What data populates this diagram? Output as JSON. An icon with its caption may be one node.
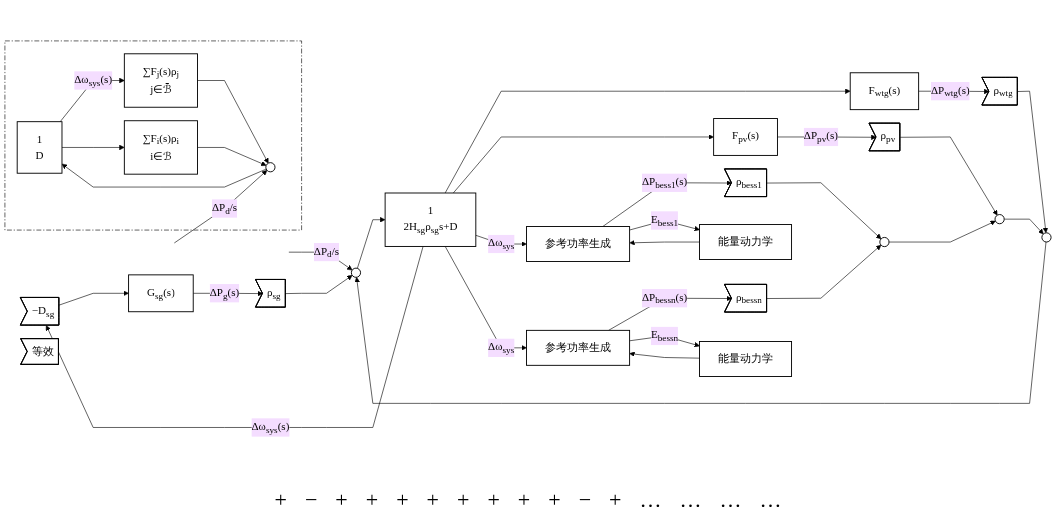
{
  "diagram": {
    "nodes": [
      {
        "text": [
          "−D$_{sg}$"
        ]
      },
      {
        "text": [
          "G$_{sg}$(s)"
        ]
      },
      {
        "text": [
          "F$_{wtg}$(s)"
        ]
      },
      {
        "text": [
          "F$_{pv}$(s)"
        ]
      },
      {
        "text": [
          "能量动力学"
        ]
      },
      {
        "text": [
          "参考功率生成"
        ]
      },
      {
        "text": [
          "能量动力学"
        ]
      },
      {
        "text": [
          "参考功率生成"
        ]
      },
      {
        "text": [
          "ρ$_{sg}$"
        ]
      },
      {
        "text": [
          "ρ$_{wtg}$"
        ]
      },
      {
        "text": [
          "ρ$_{pv}$"
        ]
      },
      {
        "text": [
          "ρ$_{bess1}$"
        ]
      },
      {
        "text": [
          "ρ$_{bessn}$"
        ]
      },
      {
        "text": [],
        "shape": "circle"
      },
      {
        "text": [],
        "shape": "circle"
      },
      {
        "text": [],
        "shape": "circle"
      },
      {
        "text": [],
        "shape": "circle"
      },
      {
        "text": [
          "1",
          "2H$_{sg}$ρ$_{sg}$s+D"
        ]
      },
      {
        "text": [
          "等效"
        ]
      },
      {
        "text": [],
        "shape": "box"
      },
      {
        "text": [
          "1",
          "D"
        ],
        "in": 19
      },
      {
        "text": [
          "∑F$_{j}$(s)ρ$_{j}$",
          "j∈ℬ̄"
        ],
        "in": 19
      },
      {
        "text": [
          "∑F$_{i}$(s)ρ$_{i}$",
          "i∈ℬ"
        ],
        "in": 19
      },
      {
        "text": [],
        "shape": "circle",
        "in": 19
      }
    ],
    "edges": [
      {
        "from": 17,
        "to": 0,
        "arrow": "to",
        "label": "Δω$_{sys}$(s)"
      },
      {
        "from": 17,
        "to": 2,
        "arrow": "to"
      },
      {
        "from": 17,
        "to": 3,
        "arrow": "to"
      },
      {
        "from": 17,
        "to": 5,
        "arrow": "to",
        "label": "Δω$_{sys}$"
      },
      {
        "from": 17,
        "to": 7,
        "arrow": "to",
        "label": "Δω$_{sys}$"
      },
      {
        "from": 0,
        "to": 1,
        "arrow": "to"
      },
      {
        "from": 1,
        "to": 8,
        "arrow": "to",
        "label": "ΔP$_{g}$(s)"
      },
      {
        "from": 2,
        "to": 9,
        "arrow": "to",
        "label": "ΔP$_{wtg}$(s)"
      },
      {
        "from": 3,
        "to": 10,
        "arrow": "to",
        "label": "ΔP$_{pv}$(s)"
      },
      {
        "from": 4,
        "to": 5,
        "arrow": "to"
      },
      {
        "from": 5,
        "to": 11,
        "arrow": "to",
        "label": "ΔP$_{bess1}$(s)"
      },
      {
        "from": 5,
        "to": 4,
        "arrow": "to",
        "label": "E$_{bess1}$"
      },
      {
        "from": 6,
        "to": 7,
        "arrow": "to"
      },
      {
        "from": 7,
        "to": 12,
        "arrow": "to",
        "label": "ΔP$_{bessn}$(s)"
      },
      {
        "from": 7,
        "to": 6,
        "arrow": "to",
        "label": "E$_{bessn}$"
      },
      {
        "from": 8,
        "to": 13,
        "arrow": "to"
      },
      {
        "from": null,
        "to": 13,
        "arrow": "to",
        "label": "ΔP$_{d}$/s"
      },
      {
        "from": 14,
        "to": 13,
        "arrow": "to"
      },
      {
        "from": 13,
        "to": 17,
        "arrow": "to"
      },
      {
        "from": 9,
        "to": 14,
        "arrow": "to"
      },
      {
        "from": 15,
        "to": 14,
        "arrow": "to"
      },
      {
        "from": 10,
        "to": 15,
        "arrow": "to"
      },
      {
        "from": 16,
        "to": 15,
        "arrow": "to"
      },
      {
        "from": 11,
        "to": 16,
        "arrow": "to"
      },
      {
        "from": 12,
        "to": 16,
        "arrow": "to"
      },
      {
        "from": 20,
        "to": 21,
        "arrow": "to",
        "label": "Δω$_{sys}$(s)"
      },
      {
        "from": 20,
        "to": 22,
        "arrow": "to"
      },
      {
        "from": 21,
        "to": 23,
        "arrow": "to"
      },
      {
        "from": 22,
        "to": 23,
        "arrow": "to"
      },
      {
        "from": null,
        "to": 23,
        "arrow": "to",
        "label": "ΔP$_{d}$/s"
      },
      {
        "from": 23,
        "to": 20,
        "arrow": "to"
      }
    ],
    "labels": [
      "+",
      "−",
      "+",
      "+",
      "+",
      "+",
      "+",
      "+",
      "+",
      "+",
      "−",
      "+",
      "…",
      "…",
      "…",
      "…"
    ]
  }
}
